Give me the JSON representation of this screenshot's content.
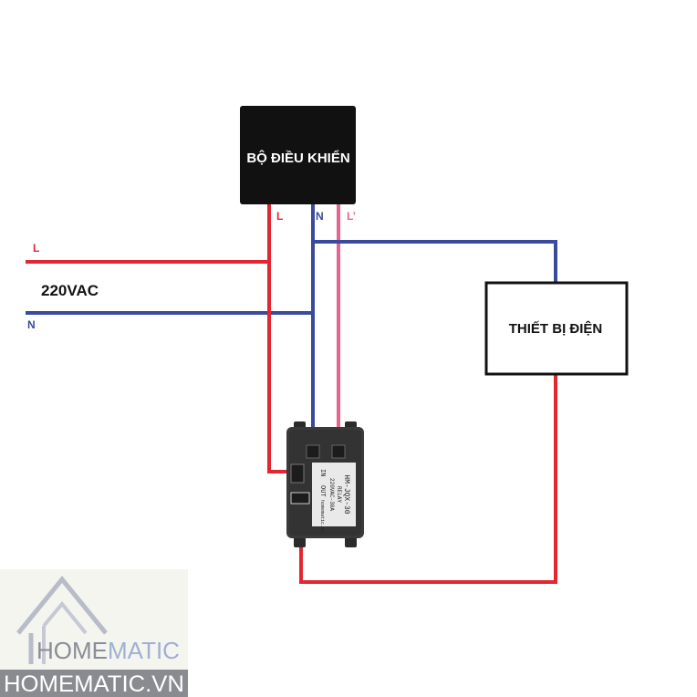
{
  "controller": {
    "title": "BỘ ĐIỀU KHIỂN",
    "terminal_l": "L",
    "terminal_n": "N",
    "terminal_lp": "L’"
  },
  "supply": {
    "line_label": "L",
    "voltage": "220VAC",
    "neutral_label": "N"
  },
  "device": {
    "title": "THIẾT BỊ ĐIỆN"
  },
  "relay": {
    "label_brand": "HM-JQX-30",
    "label_type": "RELAY",
    "label_rating": "220VAC-30A",
    "label_in": "IN",
    "label_out": "OUT",
    "label_site": "homematic.vn"
  },
  "logo": {
    "wordmark_home": "HOME",
    "wordmark_matic": "MATIC",
    "site": "HOMEMATIC.VN"
  },
  "colors": {
    "live": "#e3262f",
    "neutral": "#3a4a9c",
    "switched": "#e8648c",
    "dark": "#111111"
  }
}
